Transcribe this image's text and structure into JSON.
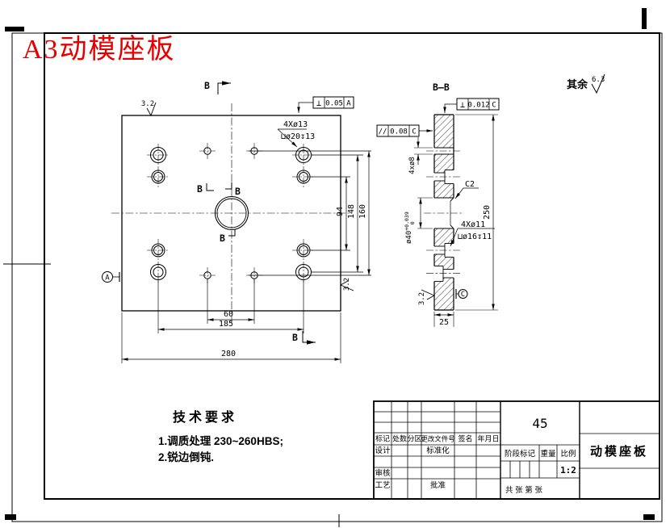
{
  "sheet": {
    "title": "A3动模座板",
    "title_color": "#e60000",
    "surplus_label": "其余",
    "surplus_roughness": "6.3"
  },
  "front_view": {
    "b_top": "B",
    "b_bottom": "B",
    "b_center_left": "B",
    "b_center_right": "B",
    "b_center_under": "B",
    "hole_callout": {
      "line1": "4Xø13",
      "line2": "⊔ø20↧13"
    },
    "tolerance": {
      "symbol": "⊥",
      "value": "0.05",
      "datum": "A"
    },
    "roughness_top": "3.2",
    "roughness_right": "3.2",
    "datum_a": "A",
    "dim_60": "60",
    "dim_185": "185",
    "dim_280": "280",
    "dim_94": "94",
    "dim_148": "148",
    "dim_160": "160"
  },
  "section_view": {
    "label": "B—B",
    "tolerance_top": {
      "symbol": "⊥",
      "value": "0.012",
      "datum": "C"
    },
    "tolerance_left": {
      "symbol": "//",
      "value": "0.08",
      "datum": "C"
    },
    "hole_callout": {
      "line1": "4Xø11",
      "line2": "⊔ø16↧11"
    },
    "label_4xd8": "4xø8",
    "bore_label": "ø40",
    "bore_tol_upper": "+0.039",
    "bore_tol_lower": "0",
    "chamfer": "C2",
    "roughness_left": "3.2",
    "datum_c": "C",
    "dim_250": "250",
    "dim_25": "25"
  },
  "tech_req": {
    "heading": "技术要求",
    "item1": "1.调质处理 230~260HBS;",
    "item2": "2.锐边倒钝."
  },
  "title_block": {
    "material": "45",
    "part_name": "动模座板",
    "scale": "1:2",
    "col_biaoji": "标记",
    "col_chushu": "处数",
    "col_fenqu": "分区",
    "col_change_doc": "更改文件号",
    "col_qianming": "签名",
    "col_date": "年月日",
    "row_sheji": "设计",
    "row_biaozhunhua": "标准化",
    "row_shenhe": "审核",
    "row_gongyi": "工艺",
    "row_pizhun": "批准",
    "mid_stage": "阶段标记",
    "mid_weight": "重量",
    "mid_scale_label": "比例",
    "sheets": "共  张 第  张"
  }
}
